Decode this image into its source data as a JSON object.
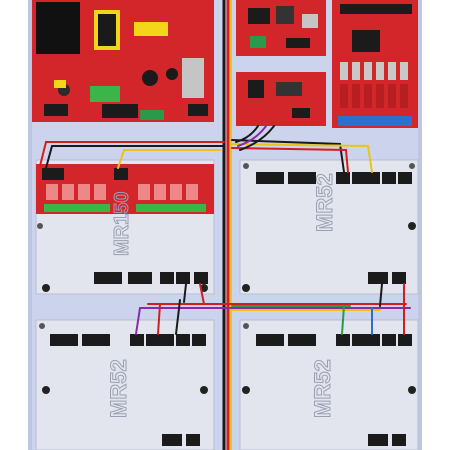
{
  "image": {
    "alt": "Access control enclosure backplate with power supply, controller boards, relay board and four MR52 / MR150 reader interface boards, wired together",
    "colors": {
      "background": "#ffffff",
      "backplate": "#ccd3ec",
      "pcb_red": "#d3262b",
      "sub_board": "#e3e5ee",
      "connector": "#1b1b1b",
      "transformer": "#111111",
      "capacitor_yellow": "#f3d51a",
      "led_green": "#3ab54a",
      "terminal_blue": "#2c6fd0",
      "terminal_green": "#2a9a4a",
      "wire_red": "#d21e1e",
      "wire_yellow": "#e7c51a",
      "wire_purple": "#8a2aa8",
      "wire_black": "#1a1a1a",
      "label_gray": "#9aa0b2"
    }
  },
  "boards": {
    "mr150_label": "MR150",
    "mr52_top_right_label": "MR52",
    "mr52_bottom_left_label": "MR52",
    "mr52_bottom_right_label": "MR52"
  }
}
